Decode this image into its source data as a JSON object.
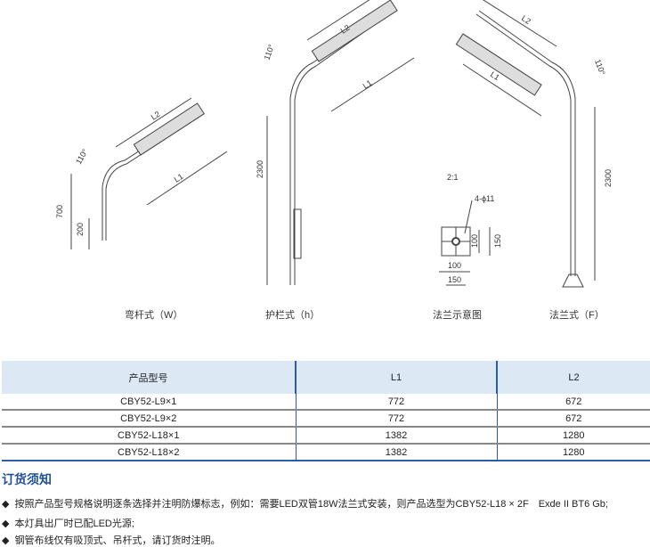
{
  "drawings": {
    "w": {
      "caption": "弯杆式（W）",
      "l1": "L1",
      "l2": "L2",
      "angle": "110°",
      "h1": "700",
      "h2": "200"
    },
    "h": {
      "caption": "护栏式（h）",
      "l1": "L1",
      "l2": "L2",
      "angle": "110°",
      "height": "2300"
    },
    "flange": {
      "caption": "法兰示意图",
      "scale": "2:1",
      "holes": "4-ϕ11",
      "d100a": "100",
      "d150a": "150",
      "d100b": "100",
      "d150b": "150"
    },
    "f": {
      "caption": "法兰式（F）",
      "l1": "L1",
      "l2": "L2",
      "angle": "110°",
      "height": "2300"
    }
  },
  "table": {
    "headers": [
      "产品型号",
      "L1",
      "L2"
    ],
    "rows": [
      [
        "CBY52-L9×1",
        "772",
        "672"
      ],
      [
        "CBY52-L9×2",
        "772",
        "672"
      ],
      [
        "CBY52-L18×1",
        "1382",
        "1280"
      ],
      [
        "CBY52-L18×2",
        "1382",
        "1280"
      ]
    ]
  },
  "notes": {
    "title": "订货须知",
    "bullet": "◆",
    "items": [
      "按照产品型号规格说明逐条选择并注明防爆标志，例如：需要LED双管18W法兰式安装，则产品选型为CBY52-L18 × 2F　Exde II BT6  Gb;",
      "本灯具出厂时已配LED光源;",
      "钢管布线仅有吸顶式、吊杆式，请订货时注明。"
    ]
  }
}
